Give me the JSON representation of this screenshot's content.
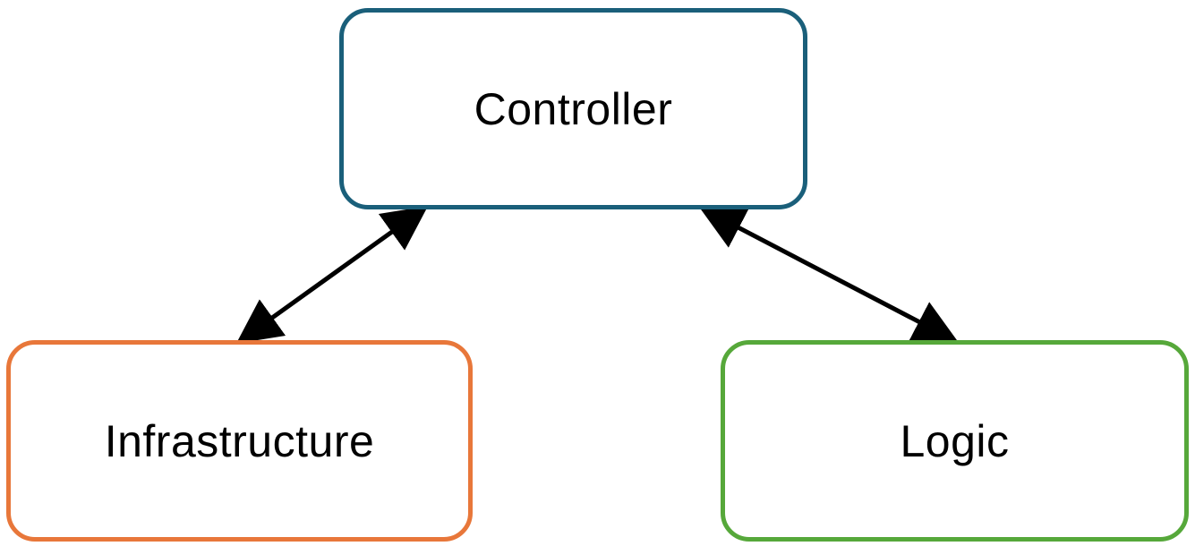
{
  "nodes": {
    "controller": {
      "label": "Controller",
      "color": "#1a5f7a"
    },
    "infrastructure": {
      "label": "Infrastructure",
      "color": "#e8773a"
    },
    "logic": {
      "label": "Logic",
      "color": "#56a83a"
    }
  },
  "edges": [
    {
      "from": "controller",
      "to": "infrastructure",
      "direction": "bidirectional",
      "color": "#000000"
    },
    {
      "from": "controller",
      "to": "logic",
      "direction": "bidirectional",
      "color": "#000000"
    }
  ]
}
